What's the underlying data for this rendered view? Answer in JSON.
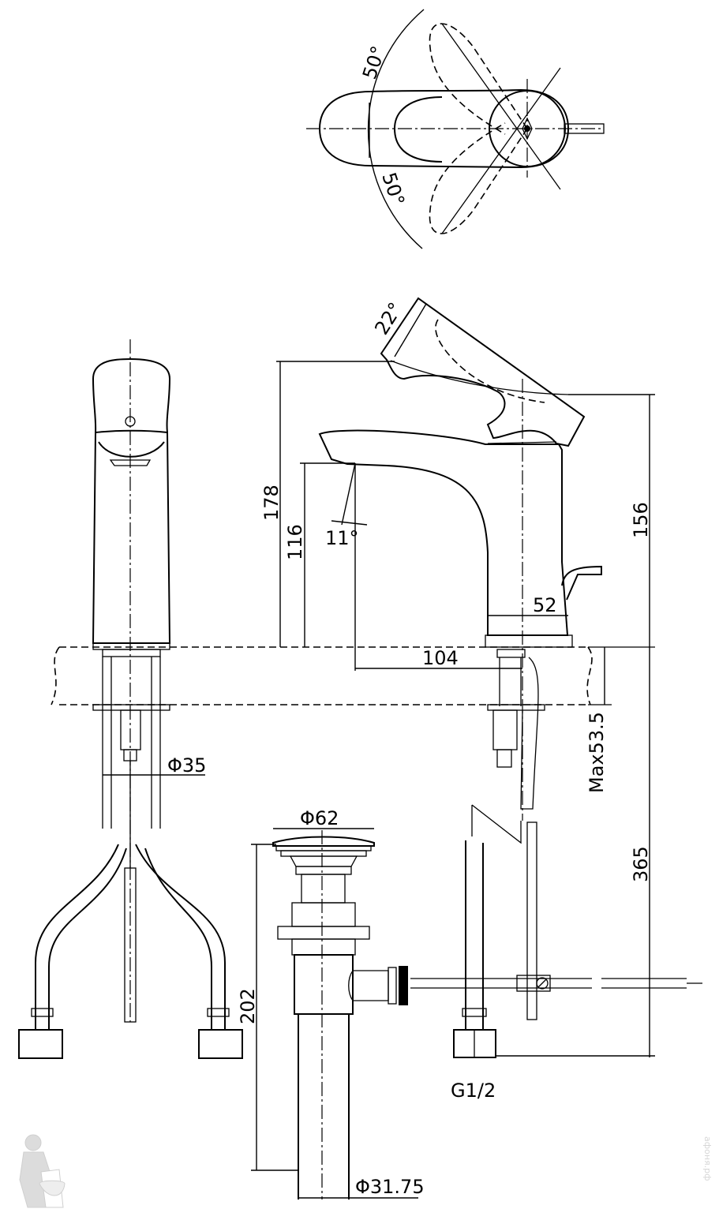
{
  "drawing": {
    "title": "Single-lever basin mixer with pop-up waste - dimension drawing",
    "top_view": {
      "angle_left_label": "50°",
      "angle_right_label": "50°"
    },
    "side_view": {
      "lever_tilt_label": "22°",
      "total_height_label": "178",
      "spout_height_label": "116",
      "spout_angle_label": "11°",
      "lever_height_label": "156",
      "base_offset_label": "52",
      "spout_reach_label": "104",
      "deck_thickness_label": "Max53.5",
      "hose_length_label": "365",
      "thread_label": "G1/2"
    },
    "front_view": {
      "shank_diameter_label": "Φ35"
    },
    "waste": {
      "plug_diameter_label": "Φ62",
      "waste_length_label": "202",
      "tail_diameter_label": "Φ31.75"
    },
    "watermark": "афоня.рф",
    "colors": {
      "line": "#000000",
      "background": "#ffffff",
      "watermark": "#d6d6d6"
    }
  }
}
